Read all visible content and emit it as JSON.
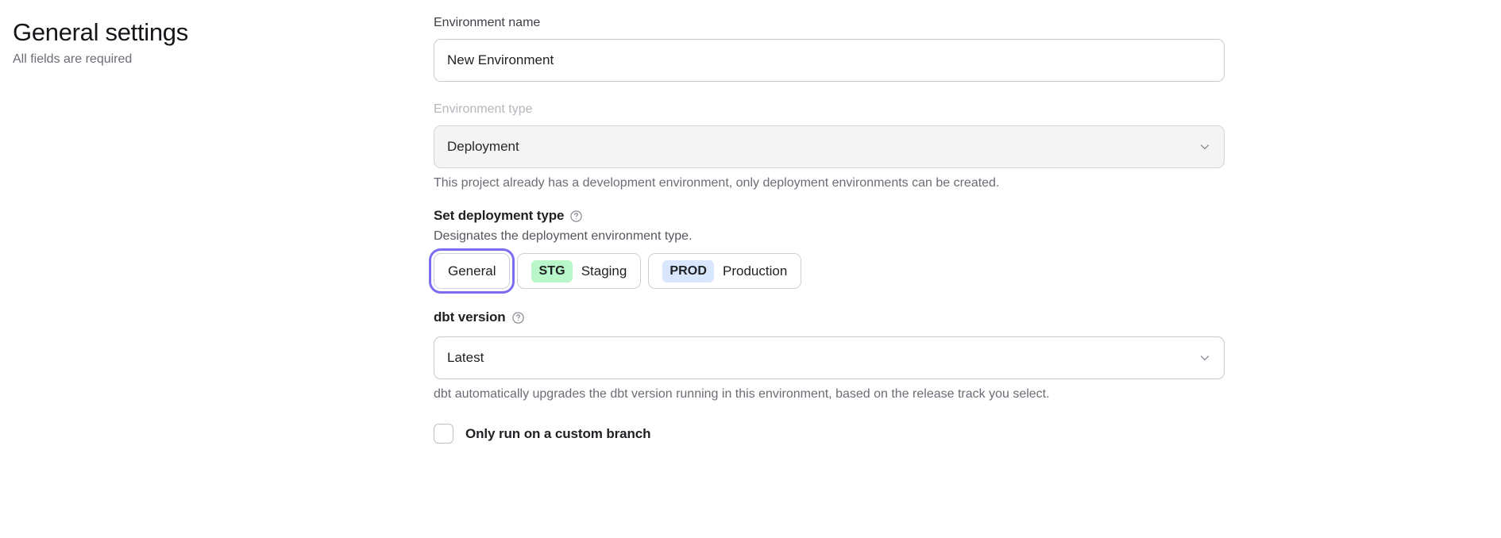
{
  "header": {
    "title": "General settings",
    "subtitle": "All fields are required"
  },
  "form": {
    "environment_name": {
      "label": "Environment name",
      "value": "New Environment",
      "placeholder": "Environment name"
    },
    "environment_type": {
      "label": "Environment type",
      "value": "Deployment",
      "disabled": true,
      "helper": "This project already has a development environment, only deployment environments can be created.",
      "chevron_icon": "chevron-down-icon"
    },
    "deployment_type": {
      "label": "Set deployment type",
      "help_icon": "question-circle-icon",
      "description": "Designates the deployment environment type.",
      "options": [
        {
          "id": "general",
          "badge": "",
          "label": "General",
          "selected": true,
          "badge_color": ""
        },
        {
          "id": "staging",
          "badge": "STG",
          "label": "Staging",
          "selected": false,
          "badge_color": "#b9f6ca"
        },
        {
          "id": "production",
          "badge": "PROD",
          "label": "Production",
          "selected": false,
          "badge_color": "#d8e7fd"
        }
      ]
    },
    "dbt_version": {
      "label": "dbt version",
      "help_icon": "question-circle-icon",
      "value": "Latest",
      "helper": "dbt automatically upgrades the dbt version running in this environment, based on the release track you select.",
      "chevron_icon": "chevron-down-icon"
    },
    "custom_branch": {
      "label": "Only run on a custom branch",
      "checked": false
    }
  },
  "colors": {
    "focus_ring": "#7c6cf0",
    "badge_staging": "#b9f6ca",
    "badge_production": "#d8e7fd",
    "border": "#c8c9cf",
    "disabled_bg": "#f4f4f5",
    "muted_text": "#6b6d76"
  }
}
